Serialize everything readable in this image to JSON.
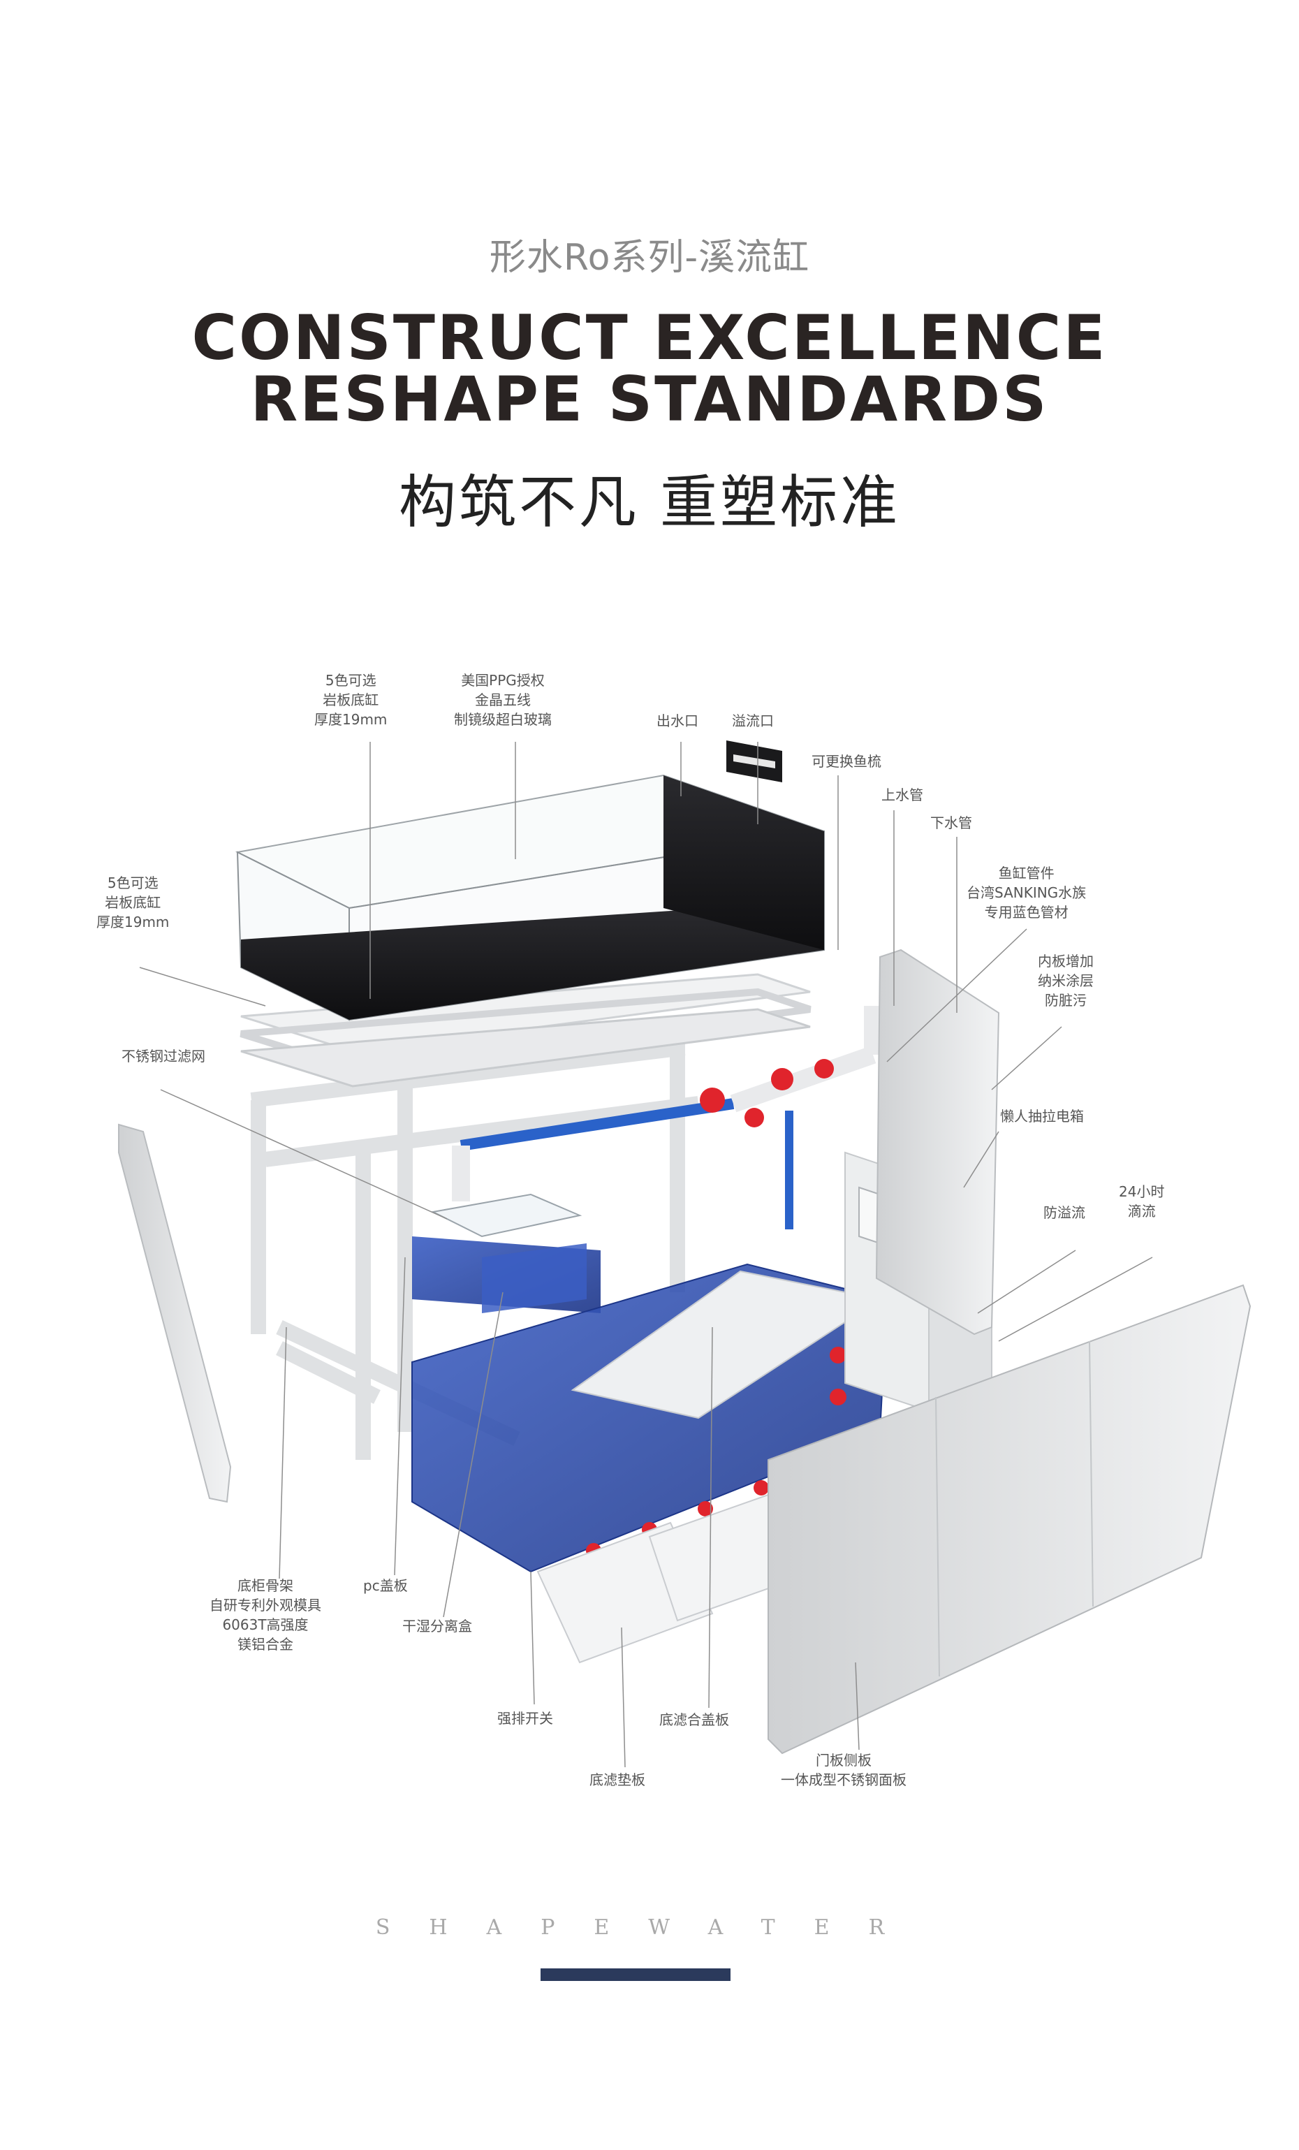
{
  "header": {
    "subtitle": "形水Ro系列-溪流缸",
    "headline_line1": "CONSTRUCT EXCELLENCE",
    "headline_line2": "RESHAPE STANDARDS",
    "chinese_title": "构筑不凡 重塑标准"
  },
  "labels": {
    "rock_tank": [
      "5色可选",
      "岩板底缸",
      "厚度19mm"
    ],
    "glass": [
      "美国PPG授权",
      "金晶五线",
      "制镜级超白玻璃"
    ],
    "outlet": "出水口",
    "overflow": "溢流口",
    "comb": "可更换鱼梳",
    "up_pipe": "上水管",
    "down_pipe": "下水管",
    "rock_tank_left": [
      "5色可选",
      "岩板底缸",
      "厚度19mm"
    ],
    "pipe_material": [
      "鱼缸管件",
      "台湾SANKING水族",
      "专用蓝色管材"
    ],
    "nano_coating": [
      "内板增加",
      "纳米涂层",
      "防脏污"
    ],
    "filter_net": "不锈钢过滤网",
    "power_box": "懒人抽拉电箱",
    "anti_overflow": "防溢流",
    "drip": [
      "24小时",
      "滴流"
    ],
    "frame": [
      "底柜骨架",
      "自研专利外观模具",
      "6063T高强度",
      "镁铝合金"
    ],
    "pc_cover": "pc盖板",
    "dry_wet_box": "干湿分离盒",
    "drain_switch": "强排开关",
    "sump_cover": "底滤合盖板",
    "sump_pad": "底滤垫板",
    "door_panel": [
      "门板侧板",
      "一体成型不锈钢面板"
    ]
  },
  "footer": {
    "brand": "SHAPEWATER"
  },
  "colors": {
    "accent_bar": "#2b3a5c",
    "headline": "#2a2423",
    "sump_blue": "#2f4fb0",
    "pipe_blue": "#2a62c9",
    "valve_red": "#e0242c"
  }
}
